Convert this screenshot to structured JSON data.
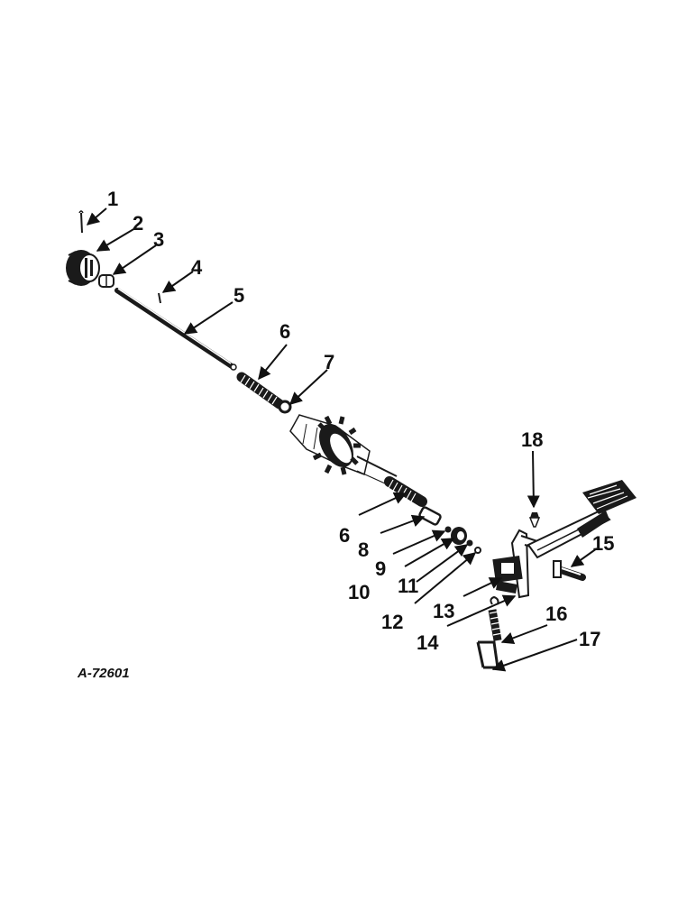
{
  "figure_id": "A-72601",
  "callouts": [
    {
      "number": "1"
    },
    {
      "number": "2"
    },
    {
      "number": "3"
    },
    {
      "number": "4"
    },
    {
      "number": "5"
    },
    {
      "number": "6"
    },
    {
      "number": "7"
    },
    {
      "number": "6"
    },
    {
      "number": "8"
    },
    {
      "number": "9"
    },
    {
      "number": "10"
    },
    {
      "number": "11"
    },
    {
      "number": "12"
    },
    {
      "number": "13"
    },
    {
      "number": "14"
    },
    {
      "number": "15"
    },
    {
      "number": "16"
    },
    {
      "number": "17"
    },
    {
      "number": "18"
    }
  ],
  "colors": {
    "ink": "#111111",
    "background": "#ffffff"
  }
}
